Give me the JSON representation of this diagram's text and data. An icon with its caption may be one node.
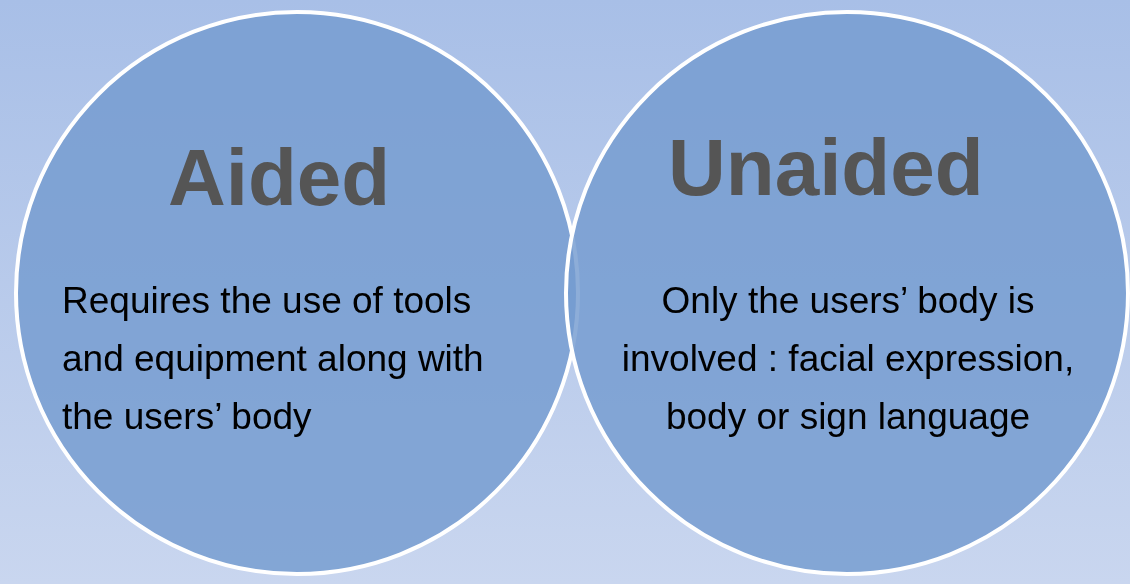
{
  "diagram": {
    "nodes": [
      {
        "text": [
          "Aided",
          "Requires the use of tools and equipment along with the users’ body"
        ]
      },
      {
        "text": [
          "Unaided",
          "Only the users’ body is involved : facial expression, body or sign language"
        ]
      }
    ]
  }
}
